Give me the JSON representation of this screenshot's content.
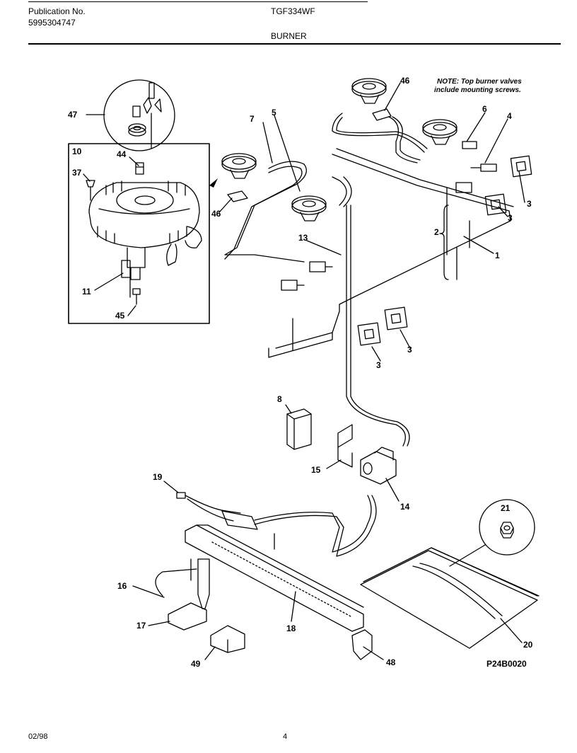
{
  "header": {
    "publication_label": "Publication No.",
    "publication_number": "5995304747",
    "model": "TGF334WF",
    "section_title": "BURNER"
  },
  "note": {
    "line1": "NOTE: Top burner valves",
    "line2": "include mounting screws."
  },
  "diagram_code": "P24B0020",
  "footer": {
    "date": "02/98",
    "page": "4"
  },
  "callouts": {
    "c47": "47",
    "c10": "10",
    "c44": "44",
    "c37": "37",
    "c11": "11",
    "c45": "45",
    "c7": "7",
    "c5": "5",
    "c46a": "46",
    "c46b": "46",
    "c6": "6",
    "c4": "4",
    "c3a": "3",
    "c3b": "3",
    "c3c": "3",
    "c3d": "3",
    "c2": "2",
    "c1": "1",
    "c13": "13",
    "c8": "8",
    "c15": "15",
    "c14": "14",
    "c19": "19",
    "c21": "21",
    "c16": "16",
    "c17": "17",
    "c18": "18",
    "c20": "20",
    "c49": "49",
    "c48": "48"
  }
}
